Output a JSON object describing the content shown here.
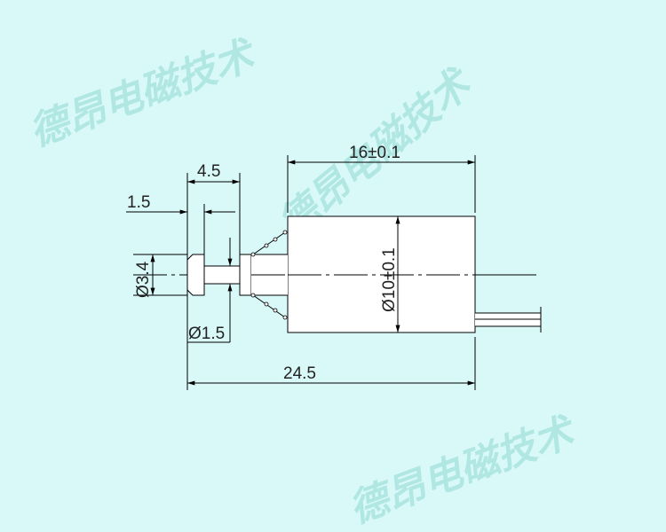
{
  "watermark": "德昂电磁技术",
  "dimensions": {
    "plunger_head_offset": "4.5",
    "plunger_head_length": "1.5",
    "plunger_head_diameter": "Ø3.4",
    "shaft_diameter": "Ø1.5",
    "body_length": "16±0.1",
    "body_diameter": "Ø10±0.1",
    "overall_length": "24.5"
  },
  "colors": {
    "background": "#d9f8f8",
    "watermark": "#a8e4de"
  }
}
